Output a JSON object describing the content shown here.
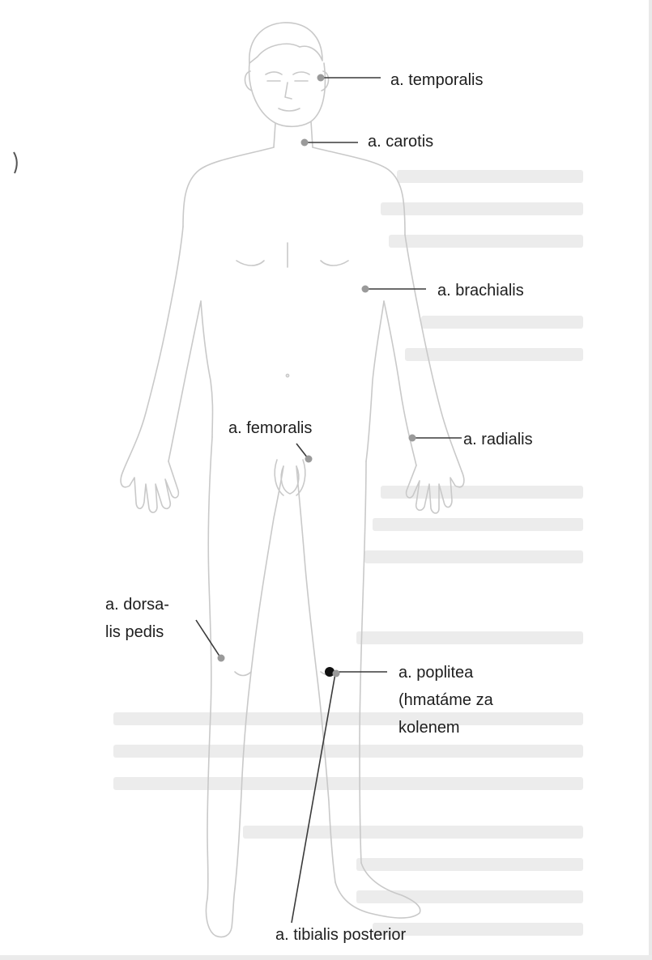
{
  "diagram": {
    "labels": {
      "temporalis": "a. temporalis",
      "carotis": "a. carotis",
      "brachialis": "a. brachialis",
      "femoralis": "a. femoralis",
      "radialis": "a. radialis",
      "poplitea_1": "a. poplitea",
      "poplitea_2": "(hmatáme za",
      "poplitea_3": "kolenem",
      "dorsalis_1": "a. dorsa-",
      "dorsalis_2": "lis pedis",
      "tibialis": "a. tibialis posterior"
    },
    "colors": {
      "outline": "#c9c9c9",
      "leader": "#3a3a3a",
      "dot_faint": "#9a9a9a",
      "dot_dark": "#111111",
      "text": "#1e1e1e"
    }
  }
}
